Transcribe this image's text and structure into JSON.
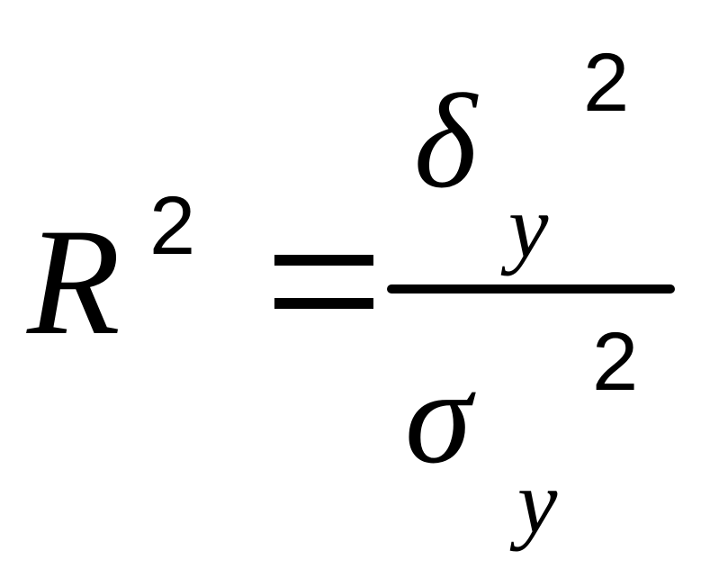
{
  "formula": {
    "lhs": {
      "variable": "R",
      "exponent": "2"
    },
    "operator": "=",
    "numerator": {
      "symbol": "δ",
      "subscript": "y",
      "exponent": "2"
    },
    "denominator": {
      "symbol": "σ",
      "subscript": "y",
      "exponent": "2"
    }
  }
}
